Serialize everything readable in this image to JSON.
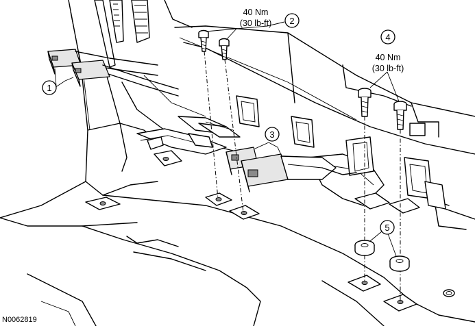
{
  "figure_id": "N0062819",
  "callouts": [
    {
      "number": "1"
    },
    {
      "number": "2",
      "torque_nm": "40 Nm",
      "torque_lbft": "(30 lb-ft)"
    },
    {
      "number": "3"
    },
    {
      "number": "4",
      "torque_nm": "40 Nm",
      "torque_lbft": "(30 lb-ft)"
    },
    {
      "number": "5"
    }
  ]
}
